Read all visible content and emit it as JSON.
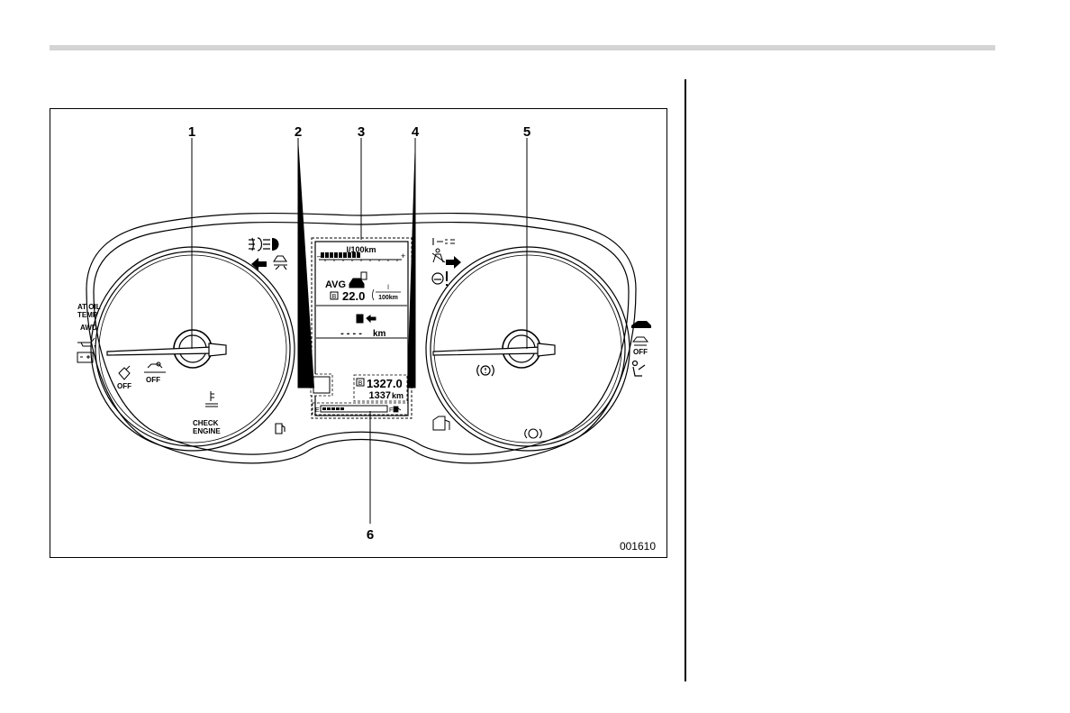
{
  "figure": {
    "id_code": "001610",
    "callouts": [
      "1",
      "2",
      "3",
      "4",
      "5",
      "6"
    ]
  },
  "cluster": {
    "left_gauge": {
      "warnings_left": [
        "AT OIL",
        "TEMP",
        "AWD"
      ],
      "traction_off_label": "OFF",
      "vdc_off_label": "OFF",
      "check_engine": [
        "CHECK",
        "ENGINE"
      ]
    },
    "right_gauge": {
      "airbag_off_label": "OFF"
    },
    "display": {
      "fuel_unit_top": "l/100km",
      "gauge_minus": "–",
      "gauge_plus": "+",
      "avg_label": "AVG",
      "trip_b_badge": "B",
      "avg_value": "22.0",
      "frac_num": "l",
      "frac_den": "100km",
      "range_dashes": "- - - -",
      "range_unit": "km",
      "trip_value": "1327.0",
      "odo_value": "1337",
      "odo_unit": "km",
      "fuel_empty": "E",
      "fuel_full": "F"
    }
  }
}
